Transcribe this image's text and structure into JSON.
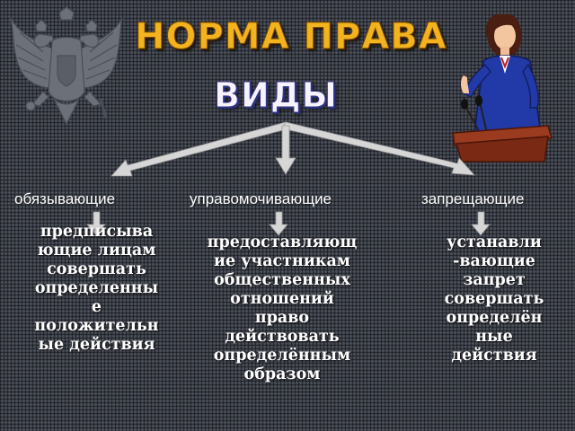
{
  "title": "НОРМА  ПРАВА",
  "subtitle": "ВИДЫ",
  "types": [
    {
      "heading": "обязывающие",
      "lines": [
        "предписыва",
        "ющие лицам",
        "совершать",
        "определенны",
        "е",
        "положительн",
        "ые действия"
      ]
    },
    {
      "heading": "управомочивающие",
      "lines": [
        "предоставляющ",
        "ие участникам",
        "общественных",
        "отношений",
        "право",
        "действовать",
        "определённым",
        "образом"
      ]
    },
    {
      "heading": "запрещающие",
      "lines": [
        "устанавли",
        "-вающие",
        "запрет",
        "совершать",
        "определён",
        "ные",
        "действия"
      ]
    }
  ],
  "icons": {
    "emblem": "double-headed-eagle-icon",
    "speaker": "speaker-at-podium-icon"
  },
  "colors": {
    "title": "#f3b31f",
    "subtitle": "#f7f2ff",
    "arrow": "#d6d6d6",
    "background": "#3d4149"
  }
}
